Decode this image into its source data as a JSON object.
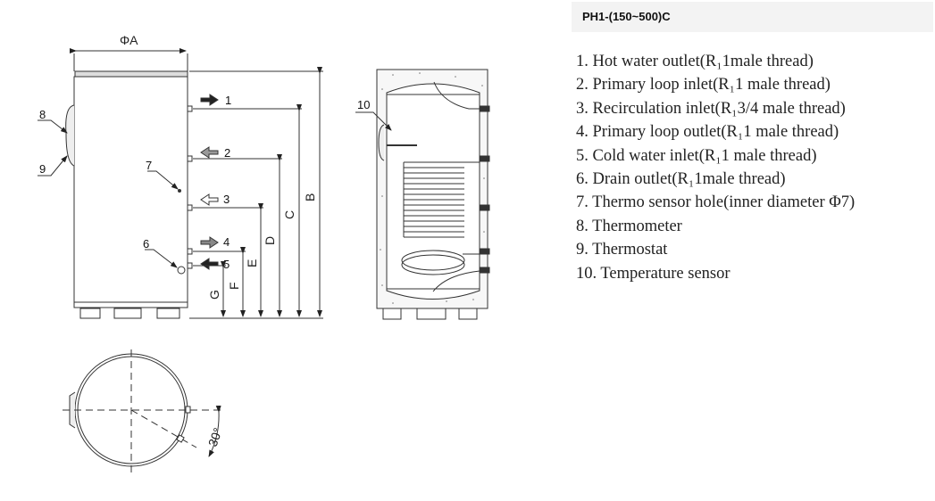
{
  "diagram": {
    "front_view": {
      "diameter_label": "ΦA",
      "dimension_labels": [
        "B",
        "C",
        "D",
        "E",
        "F",
        "G"
      ],
      "callouts": [
        "1",
        "2",
        "3",
        "4",
        "5",
        "6",
        "7",
        "8",
        "9"
      ]
    },
    "section_view": {
      "callouts": [
        "10"
      ]
    },
    "top_view": {
      "angle_label": "30°"
    }
  },
  "panel": {
    "title": "PH1-(150~500)C",
    "items": [
      "1. Hot water outlet(R₁1male thread)",
      "2. Primary loop inlet(R₁1 male thread)",
      "3. Recirculation inlet(R₁3/4 male thread)",
      "4. Primary loop outlet(R₁1 male thread)",
      "5. Cold water inlet(R₁1 male thread)",
      "6. Drain outlet(R₁1male thread)",
      "7. Thermo sensor hole(inner diameter  Φ7)",
      "8. Thermometer",
      "9. Thermostat",
      "10. Temperature sensor"
    ]
  }
}
